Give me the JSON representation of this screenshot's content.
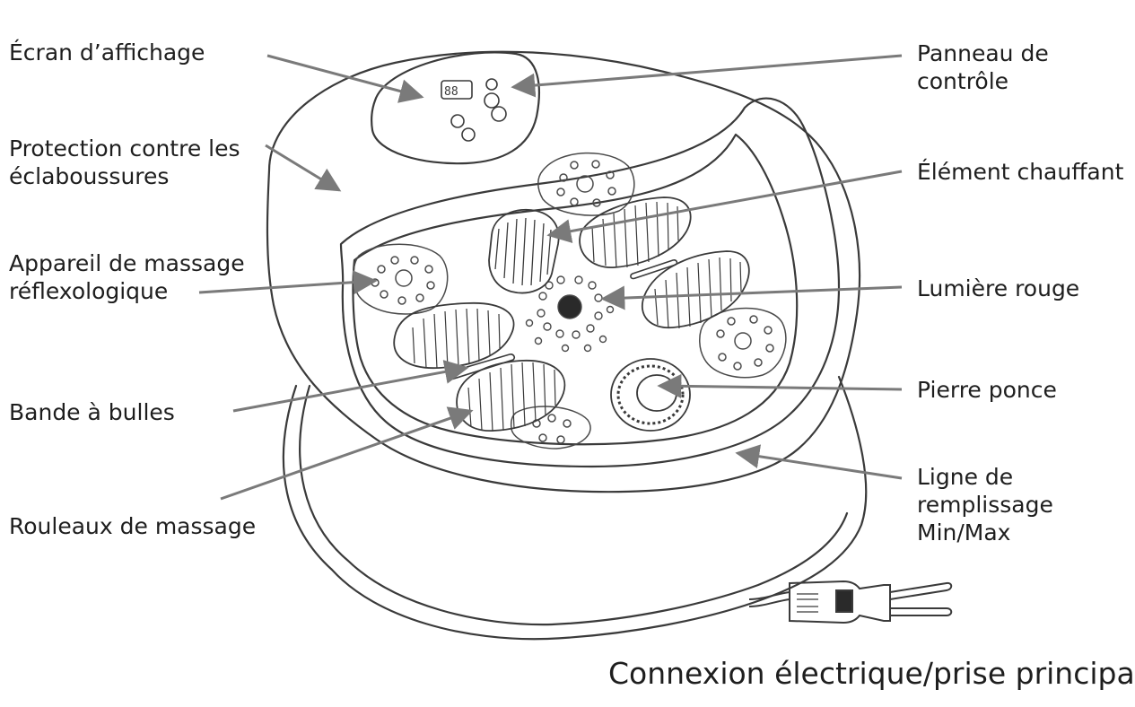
{
  "labels": {
    "ecran": "Écran d’affichage",
    "protection": "Protection contre les\néclaboussures",
    "appareil": "Appareil de massage\nréflexologique",
    "bande": "Bande à bulles",
    "rouleaux": "Rouleaux de massage",
    "panneau": "Panneau de\ncontrôle",
    "element": "Élément chauffant",
    "lumiere": "Lumière rouge",
    "pierre": "Pierre ponce",
    "ligne": "Ligne de\nremplissage\nMin/Max",
    "connexion": "Connexion électrique/prise principale"
  },
  "colors": {
    "line": "#3a3a3a",
    "leader": "#7a7a7a",
    "text": "#1e1e1e"
  }
}
